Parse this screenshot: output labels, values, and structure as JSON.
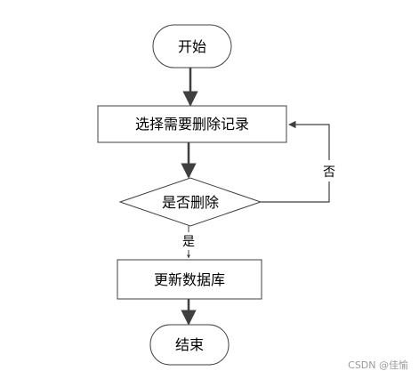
{
  "flowchart": {
    "start": "开始",
    "select": "选择需要删除记录",
    "decision": "是否删除",
    "update": "更新数据库",
    "end": "结束",
    "yes_label": "是",
    "no_label": "否"
  },
  "watermark": "CSDN @佳愉",
  "colors": {
    "stroke": "#404040",
    "edge": "#3f3f3f",
    "box_fill": "#ffffff"
  }
}
